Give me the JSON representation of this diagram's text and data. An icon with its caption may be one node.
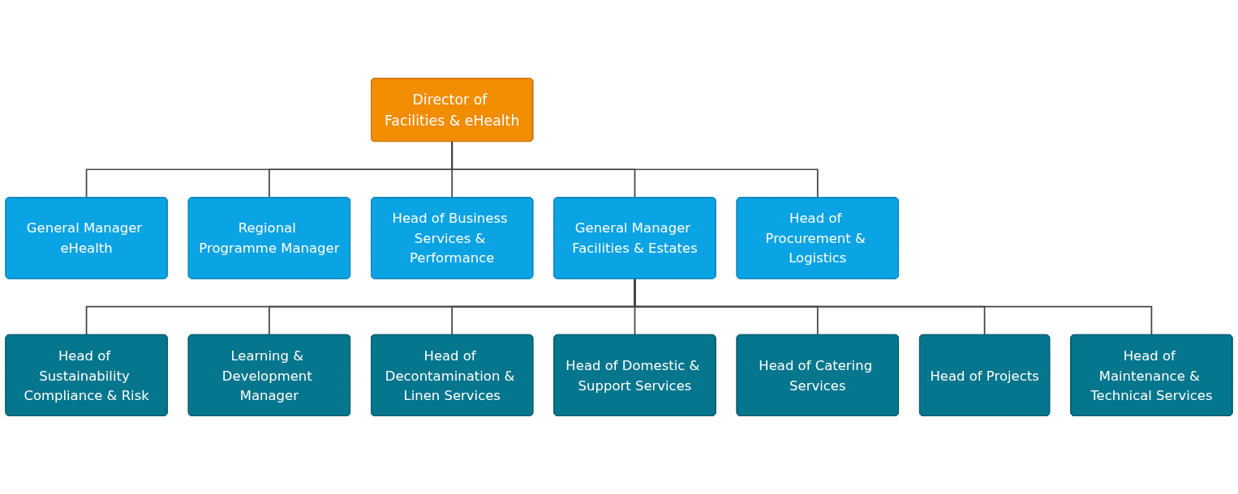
{
  "diagram": {
    "nodes": [
      {
        "text": [
          "Director of Facilities & eHealth"
        ]
      },
      {
        "text": [
          "General Manager eHealth"
        ]
      },
      {
        "text": [
          "Regional Programme Manager"
        ]
      },
      {
        "text": [
          "Head of Business Services & Performance"
        ]
      },
      {
        "text": [
          "General Manager Facilities & Estates"
        ]
      },
      {
        "text": [
          "Head of Procurement & Logistics"
        ]
      },
      {
        "text": [
          "Head of Sustainability Compliance & Risk"
        ]
      },
      {
        "text": [
          "Learning & Development Manager"
        ]
      },
      {
        "text": [
          "Head of Decontamination & Linen Services"
        ]
      },
      {
        "text": [
          "Head of Domestic & Support Services"
        ]
      },
      {
        "text": [
          "Head of Catering Services"
        ]
      },
      {
        "text": [
          "Head of Projects"
        ]
      },
      {
        "text": [
          "Head of Maintenance & Technical Services"
        ]
      }
    ],
    "edges": [
      {
        "from": 0,
        "to": 1,
        "arrow": "none"
      },
      {
        "from": 0,
        "to": 2,
        "arrow": "none"
      },
      {
        "from": 0,
        "to": 3,
        "arrow": "none"
      },
      {
        "from": 0,
        "to": 4,
        "arrow": "none"
      },
      {
        "from": 0,
        "to": 5,
        "arrow": "none"
      },
      {
        "from": 4,
        "to": 6,
        "arrow": "none"
      },
      {
        "from": 4,
        "to": 7,
        "arrow": "none"
      },
      {
        "from": 4,
        "to": 8,
        "arrow": "none"
      },
      {
        "from": 4,
        "to": 9,
        "arrow": "none"
      },
      {
        "from": 4,
        "to": 10,
        "arrow": "none"
      },
      {
        "from": 4,
        "to": 11,
        "arrow": "none"
      },
      {
        "from": 4,
        "to": 12,
        "arrow": "none"
      }
    ]
  }
}
